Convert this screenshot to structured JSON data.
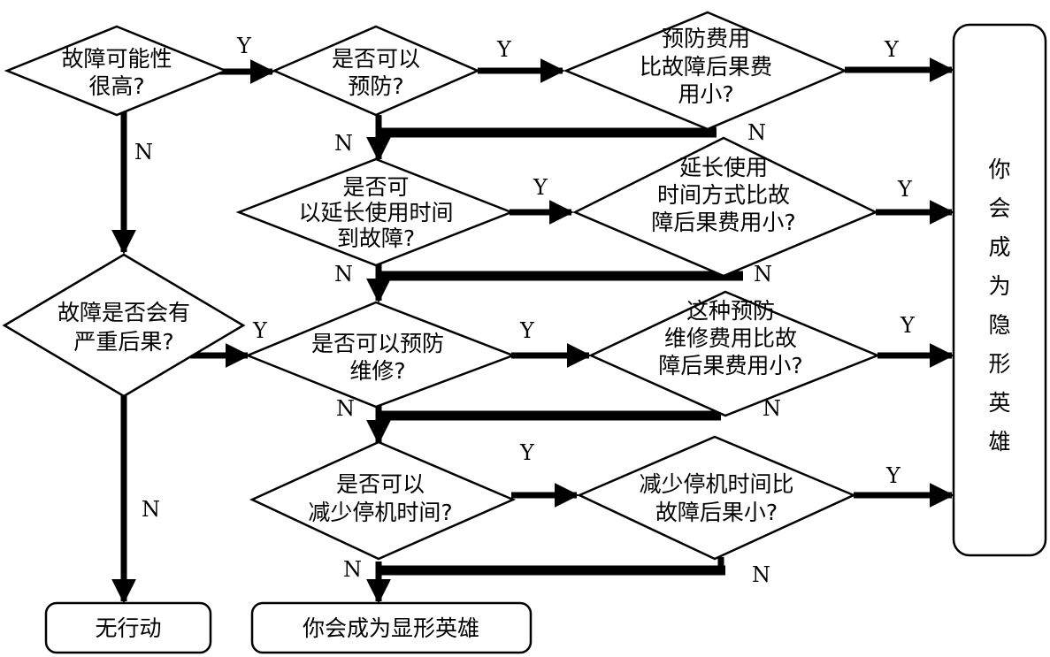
{
  "nodes": {
    "q_high_prob": [
      "故障可能性",
      "很高?"
    ],
    "q_preventable": [
      "是否可以",
      "预防?"
    ],
    "q_prevent_cost": [
      "预防费用",
      "比故障后果费",
      "用小?"
    ],
    "q_extend": [
      "是否可",
      "以延长使用时间",
      "到故障?"
    ],
    "q_extend_cost": [
      "延长使用",
      "时间方式比故",
      "障后果费用小?"
    ],
    "q_serious": [
      "故障是否会有",
      "严重后果?"
    ],
    "q_prev_maint": [
      "是否可以预防",
      "维修?"
    ],
    "q_maint_cost": [
      "这种预防",
      "维修费用比故",
      "障后果费用小?"
    ],
    "q_reduce_down": [
      "是否可以",
      "减少停机时间?"
    ],
    "q_reduce_cost": [
      "减少停机时间比",
      "故障后果小?"
    ]
  },
  "results": {
    "invisible_hero": [
      "你",
      "会",
      "成",
      "为",
      "隐",
      "形",
      "英",
      "雄"
    ],
    "no_action": "无行动",
    "visible_hero": "你会成为显形英雄"
  },
  "labels": {
    "yes": "Y",
    "no": "N"
  }
}
